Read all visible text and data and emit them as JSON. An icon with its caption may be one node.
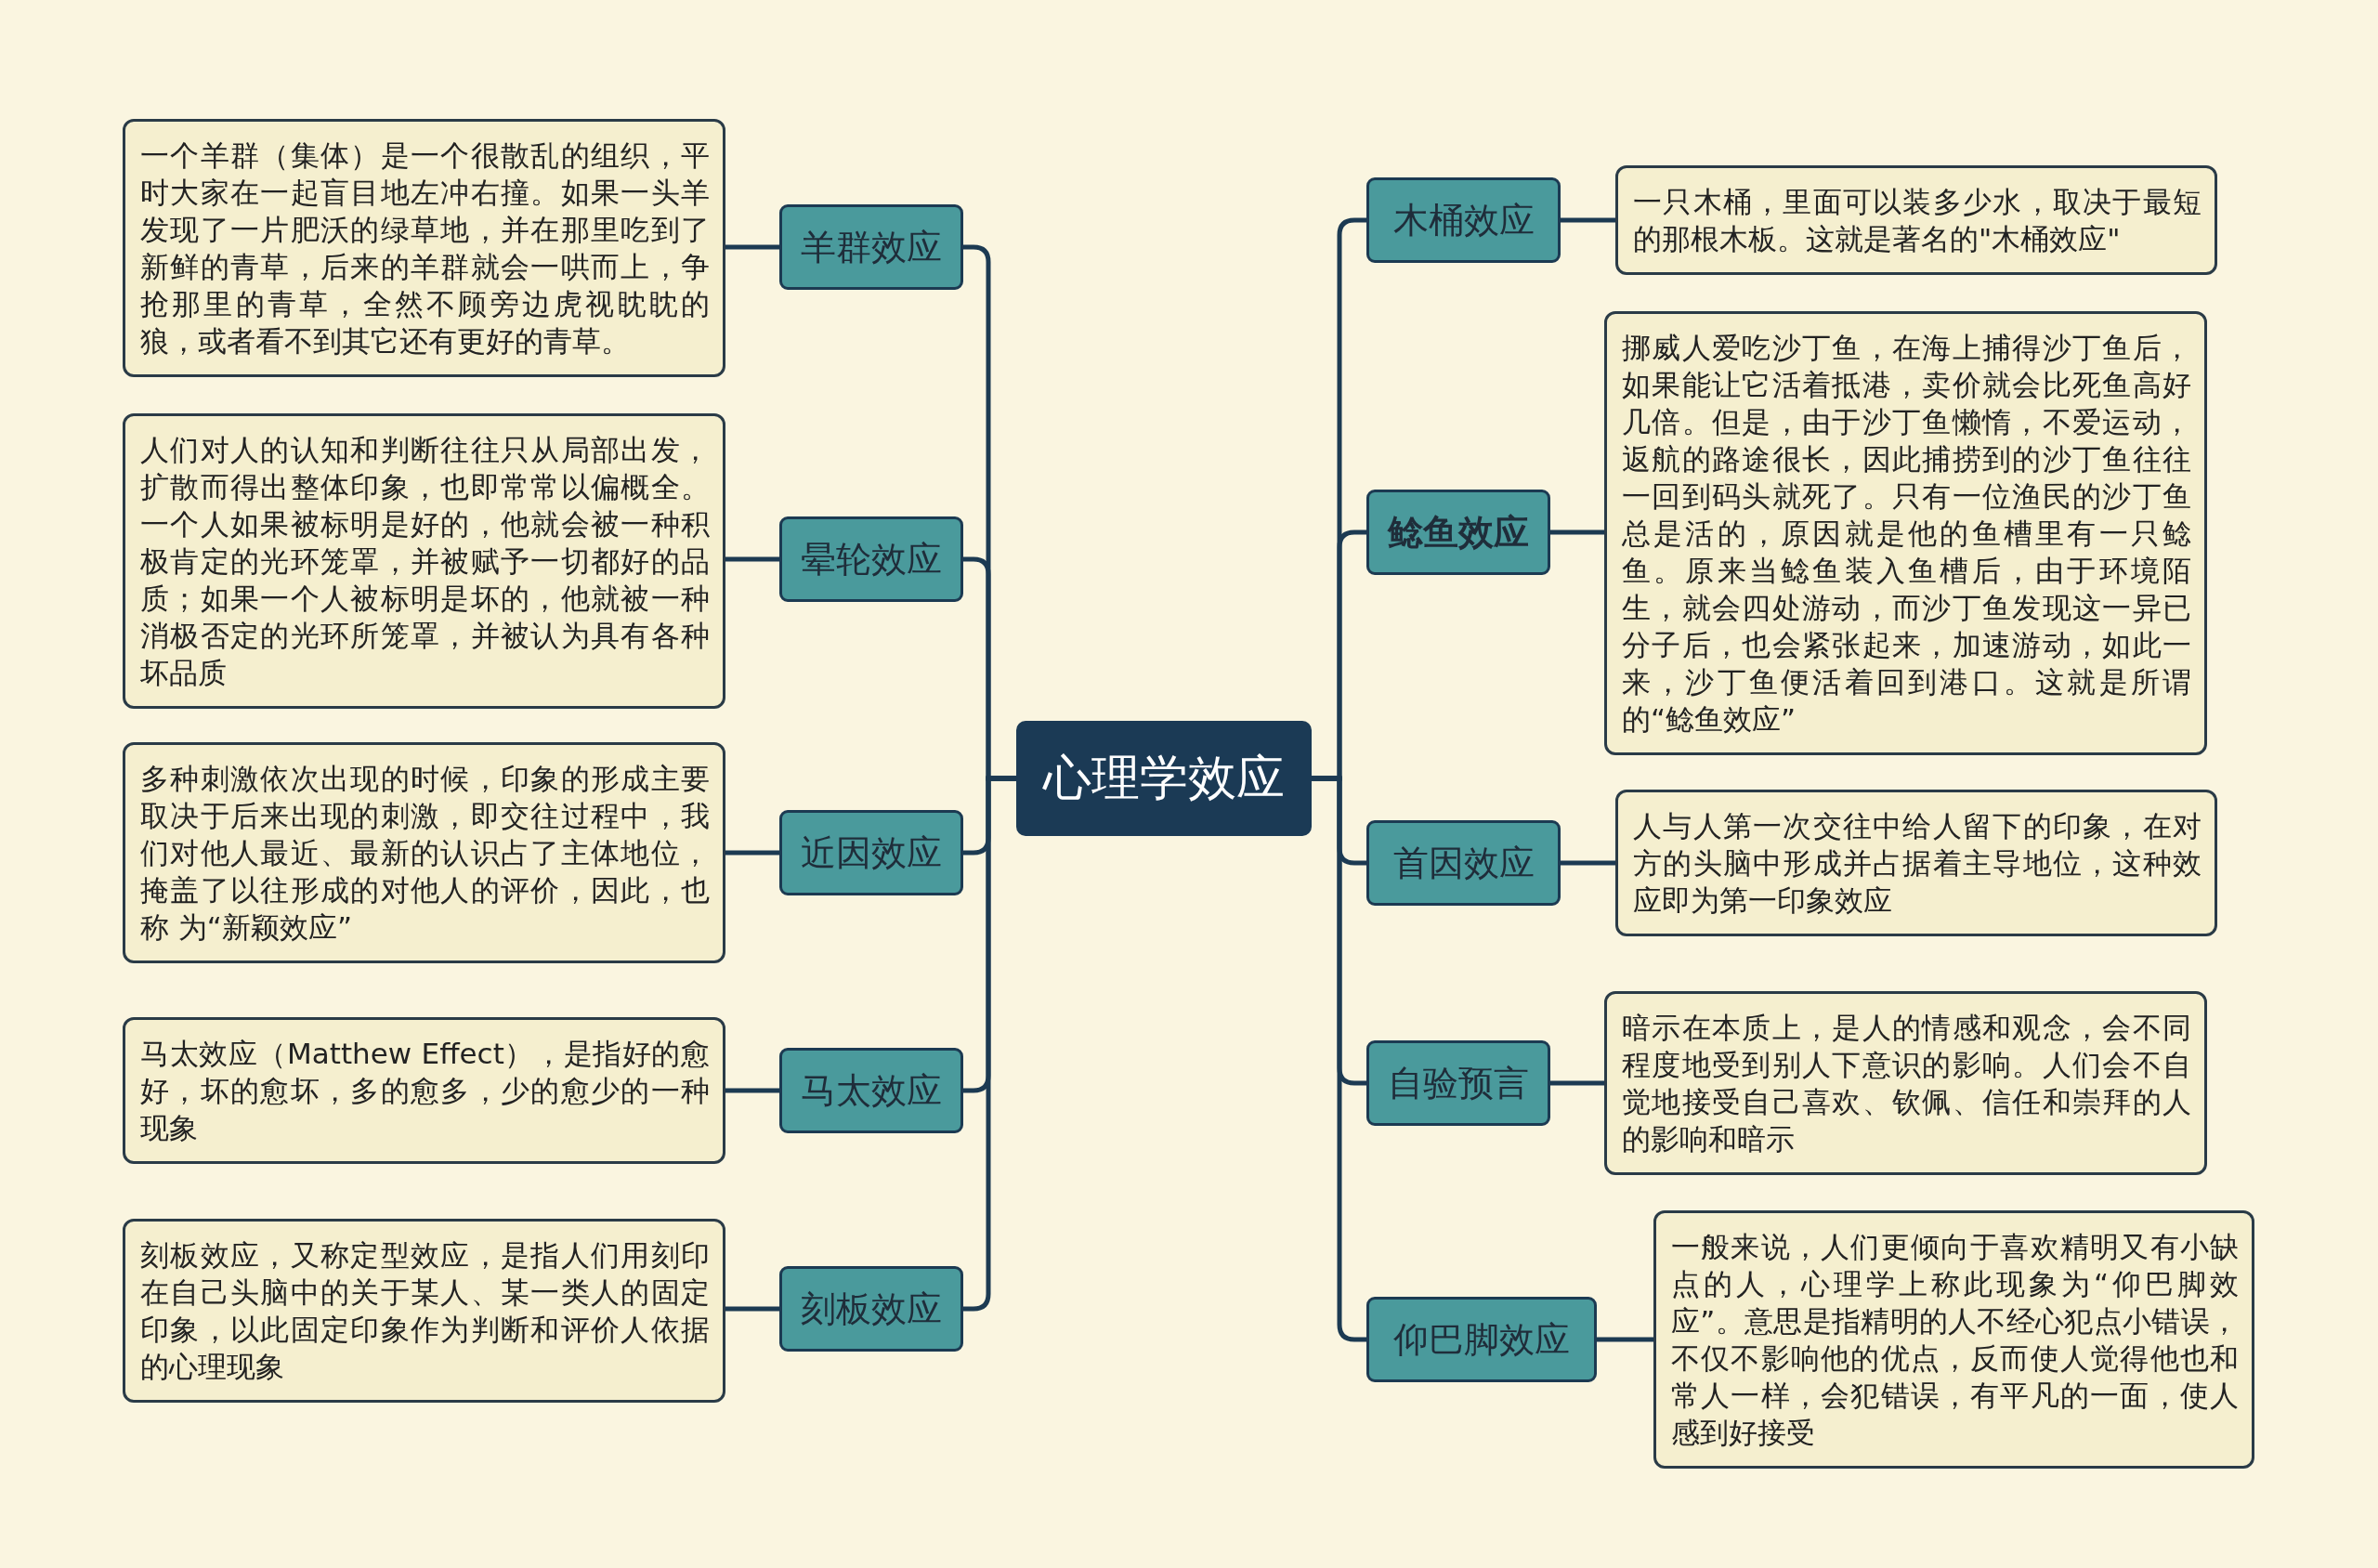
{
  "diagram": {
    "nodes": [
      {
        "text": [
          "心理学效应"
        ]
      },
      {
        "text": [
          "羊群效应"
        ]
      },
      {
        "text": [
          "一个羊群（集体）是一个很散乱的组织，平时大家在一起盲目地左冲右撞。如果一头羊发现了一片肥沃的绿草地，并在那里吃到了新鲜的青草，后来的羊群就会一哄而上，争抢那里的青草，全然不顾旁边虎视眈眈的狼，或者看不到其它还有更好的青草。"
        ]
      },
      {
        "text": [
          "晕轮效应"
        ]
      },
      {
        "text": [
          "人们对人的认知和判断往往只从局部出发，扩散而得出整体印象，也即常常以偏概全。一个人如果被标明是好的，他就会被一种积极肯定的光环笼罩，并被赋予一切都好的品质；如果一个人被标明是坏的，他就被一种消极否定的光环所笼罩，并被认为具有各种坏品质"
        ]
      },
      {
        "text": [
          "近因效应"
        ]
      },
      {
        "text": [
          "多种刺激依次出现的时候，印象的形成主要取决于后来出现的刺激，即交往过程中，我们对他人最近、最新的认识占了主体地位，掩盖了以往形成的对他人的评价，因此，也称 为“新颖效应”"
        ]
      },
      {
        "text": [
          "马太效应"
        ]
      },
      {
        "text": [
          "马太效应（Matthew Effect），是指好的愈好，坏的愈坏，多的愈多，少的愈少的一种现象"
        ]
      },
      {
        "text": [
          "刻板效应"
        ]
      },
      {
        "text": [
          "刻板效应，又称定型效应，是指人们用刻印在自己头脑中的关于某人、某一类人的固定印象，以此固定印象作为判断和评价人依据的心理现象"
        ]
      },
      {
        "text": [
          "木桶效应"
        ]
      },
      {
        "text": [
          "一只木桶，里面可以装多少水，取决于最短的那根木板。这就是著名的\"木桶效应\""
        ]
      },
      {
        "text": [
          "鲶鱼效应"
        ]
      },
      {
        "text": [
          "挪威人爱吃沙丁鱼，在海上捕得沙丁鱼后，如果能让它活着抵港，卖价就会比死鱼高好几倍。但是，由于沙丁鱼懒惰，不爱运动，返航的路途很长，因此捕捞到的沙丁鱼往往一回到码头就死了。只有一位渔民的沙丁鱼总是活的，原因就是他的鱼槽里有一只鲶鱼。原来当鲶鱼装入鱼槽后，由于环境陌生，就会四处游动，而沙丁鱼发现这一异已分子后，也会紧张起来，加速游动，如此一来，沙丁鱼便活着回到港口。这就是所谓的“鲶鱼效应”"
        ]
      },
      {
        "text": [
          "首因效应"
        ]
      },
      {
        "text": [
          "人与人第一次交往中给人留下的印象，在对方的头脑中形成并占据着主导地位，这种效应即为第一印象效应"
        ]
      },
      {
        "text": [
          "自验预言"
        ]
      },
      {
        "text": [
          "暗示在本质上，是人的情感和观念，会不同程度地受到别人下意识的影响。人们会不自觉地接受自己喜欢、钦佩、信任和崇拜的人的影响和暗示"
        ]
      },
      {
        "text": [
          "仰巴脚效应"
        ]
      },
      {
        "text": [
          "一般来说，人们更倾向于喜欢精明又有小缺点的人，心理学上称此现象为“仰巴脚效应”。意思是指精明的人不经心犯点小错误，不仅不影响他的优点，反而使人觉得他也和常人一样，会犯错误，有平凡的一面，使人感到好接受"
        ]
      }
    ],
    "edges": [
      {
        "from": 0,
        "to": 1,
        "arrow": "none"
      },
      {
        "from": 0,
        "to": 3,
        "arrow": "none"
      },
      {
        "from": 0,
        "to": 5,
        "arrow": "none"
      },
      {
        "from": 0,
        "to": 7,
        "arrow": "none"
      },
      {
        "from": 0,
        "to": 9,
        "arrow": "none"
      },
      {
        "from": 0,
        "to": 11,
        "arrow": "none"
      },
      {
        "from": 0,
        "to": 13,
        "arrow": "none"
      },
      {
        "from": 0,
        "to": 15,
        "arrow": "none"
      },
      {
        "from": 0,
        "to": 17,
        "arrow": "none"
      },
      {
        "from": 0,
        "to": 19,
        "arrow": "none"
      },
      {
        "from": 1,
        "to": 2,
        "arrow": "none"
      },
      {
        "from": 3,
        "to": 4,
        "arrow": "none"
      },
      {
        "from": 5,
        "to": 6,
        "arrow": "none"
      },
      {
        "from": 7,
        "to": 8,
        "arrow": "none"
      },
      {
        "from": 9,
        "to": 10,
        "arrow": "none"
      },
      {
        "from": 11,
        "to": 12,
        "arrow": "none"
      },
      {
        "from": 13,
        "to": 14,
        "arrow": "none"
      },
      {
        "from": 15,
        "to": 16,
        "arrow": "none"
      },
      {
        "from": 17,
        "to": 18,
        "arrow": "none"
      },
      {
        "from": 19,
        "to": 20,
        "arrow": "none"
      }
    ]
  }
}
